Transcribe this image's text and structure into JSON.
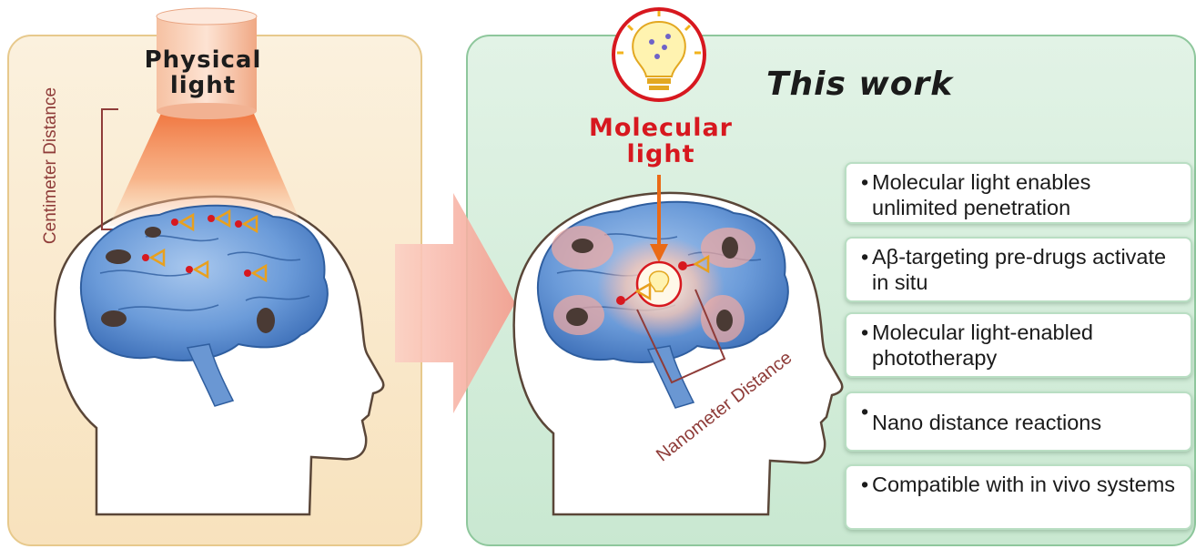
{
  "left_panel": {
    "source_label": "Physical light",
    "distance_label": "Centimeter Distance"
  },
  "right_panel": {
    "heading": "This work",
    "source_label": "Molecular light",
    "distance_label": "Nanometer Distance",
    "benefits": [
      "Molecular light  enables unlimited penetration",
      "Aβ-targeting pre-drugs activate in situ",
      "Molecular light-enabled phototherapy",
      "Nano distance reactions",
      "Compatible with in vivo systems"
    ]
  },
  "colors": {
    "left_bg": "#f8e2bd",
    "right_bg": "#c9e8d1",
    "brain": "#5b8fd4",
    "physical_beam": "#f07a43",
    "molecular_accent": "#d7181f",
    "distance_label": "#8f3c39",
    "arrow": "#f6b0a3"
  }
}
